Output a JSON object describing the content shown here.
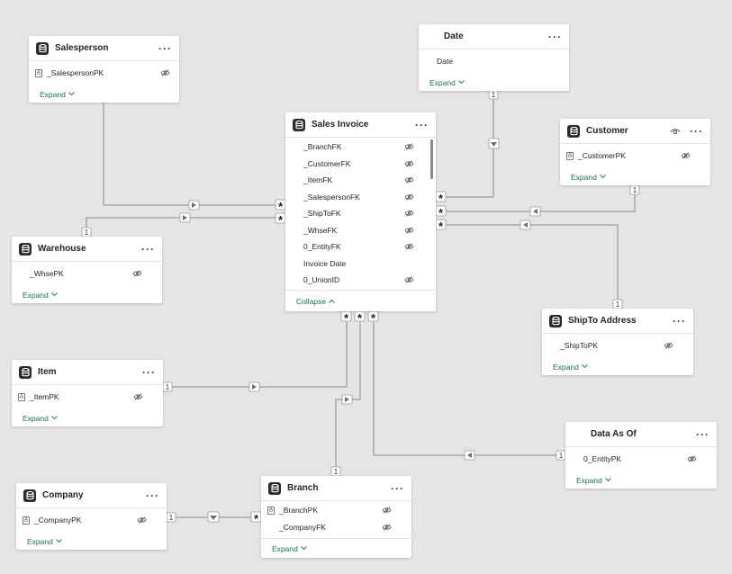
{
  "tables": {
    "salesperson": {
      "title": "Salesperson",
      "fields": [
        "_SalespersonPK"
      ],
      "footer": "Expand"
    },
    "date": {
      "title": "Date",
      "fields": [
        "Date"
      ],
      "footer": "Expand"
    },
    "sales_invoice": {
      "title": "Sales Invoice",
      "fields": [
        "_BranchFK",
        "_CustomerFK",
        "_ItemFK",
        "_SalespersonFK",
        "_ShipToFK",
        "_WhseFK",
        "0_EntityFK",
        "Invoice Date",
        "0_UnionID"
      ],
      "footer": "Collapse"
    },
    "customer": {
      "title": "Customer",
      "fields": [
        "_CustomerPK"
      ],
      "footer": "Expand"
    },
    "warehouse": {
      "title": "Warehouse",
      "fields": [
        "_WhsePK"
      ],
      "footer": "Expand"
    },
    "shipto": {
      "title": "ShipTo Address",
      "fields": [
        "_ShipToPK"
      ],
      "footer": "Expand"
    },
    "item": {
      "title": "Item",
      "fields": [
        "_ItemPK"
      ],
      "footer": "Expand"
    },
    "data_as_of": {
      "title": "Data As Of",
      "fields": [
        "0_EntityPK"
      ],
      "footer": "Expand"
    },
    "company": {
      "title": "Company",
      "fields": [
        "_CompanyPK"
      ],
      "footer": "Expand"
    },
    "branch": {
      "title": "Branch",
      "fields": [
        "_BranchPK",
        "_CompanyFK"
      ],
      "footer": "Expand"
    }
  },
  "cardinality": {
    "one": "1",
    "many": "*"
  },
  "menu_glyph": "···",
  "key_badge": "A̲"
}
